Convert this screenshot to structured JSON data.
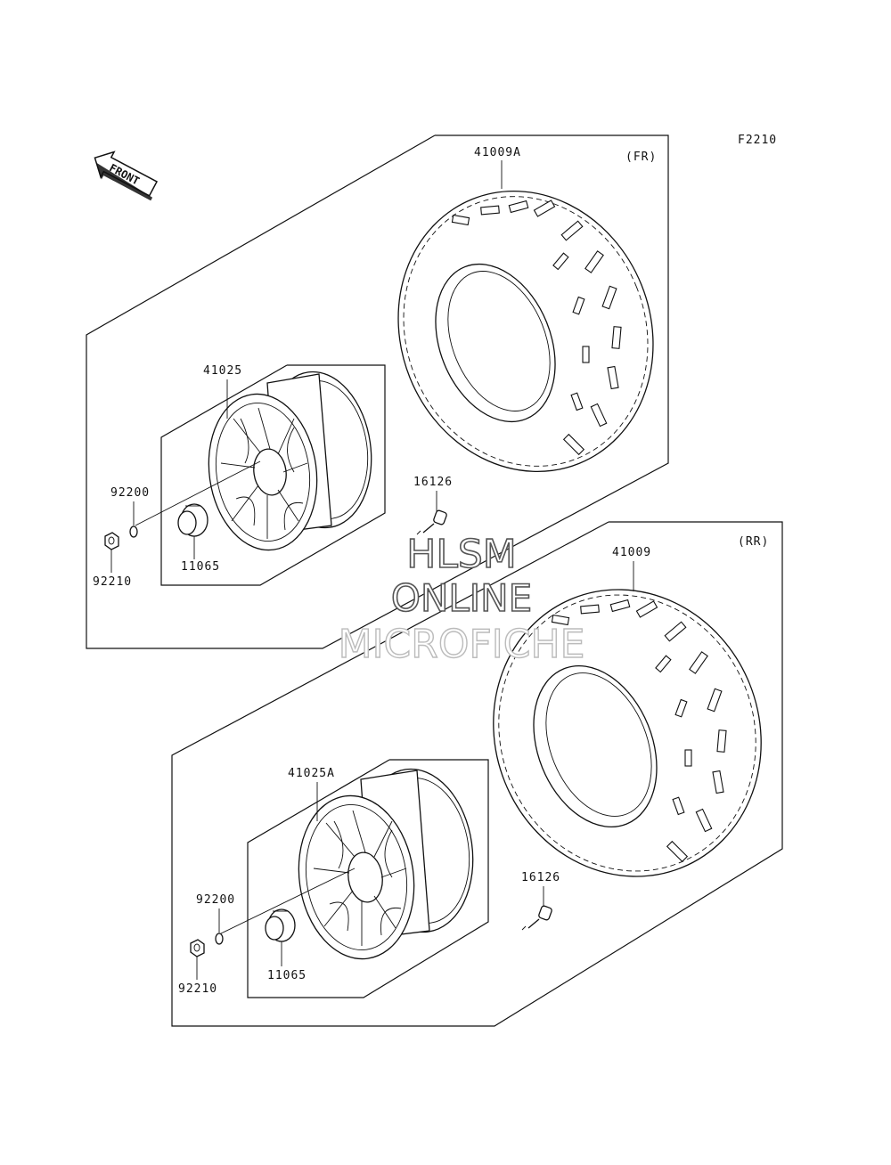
{
  "figure_code": "F2210",
  "front_arrow_text": "FRONT",
  "sections": {
    "front": {
      "tag": "(FR)",
      "tire": "41009A",
      "wheel": "41025",
      "washer": "92200",
      "nut": "92210",
      "cap": "11065",
      "valve": "16126"
    },
    "rear": {
      "tag": "(RR)",
      "tire": "41009",
      "wheel": "41025A",
      "washer": "92200",
      "nut": "92210",
      "cap": "11065",
      "valve": "16126"
    }
  },
  "watermark": {
    "line1": "HLSM",
    "line2": "ONLINE",
    "line3": "MICROFICHE"
  }
}
